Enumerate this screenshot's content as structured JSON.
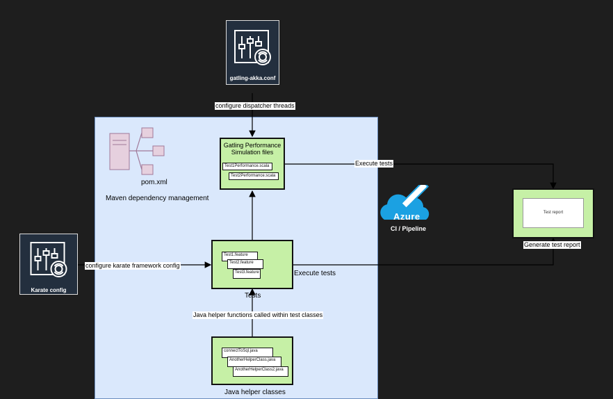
{
  "config_nodes": {
    "gatling_conf": {
      "label": "gatling-akka.conf",
      "icon": "config-gear-icon"
    },
    "karate_conf": {
      "label": "Karate config",
      "icon": "config-gear-icon"
    }
  },
  "maven": {
    "icon": "sitemap-icon",
    "file_label": "pom.xml",
    "description": "Maven dependency management"
  },
  "gatling_box": {
    "title": "Gatling Performance Simulation files",
    "files": [
      "Test1Performance.scala",
      "Test2Performance.scala"
    ]
  },
  "tests_box": {
    "caption": "Tests",
    "files": [
      "Test1.feature",
      "Test2.feature",
      "Test3.feature"
    ]
  },
  "helpers_box": {
    "caption": "Java helper classes",
    "files": [
      "connectToSql.java",
      "AnotherHelperClass.java",
      "AnotherHelperClass2.java"
    ]
  },
  "azure": {
    "logo_text": "Azure",
    "caption": "CI / Pipeline",
    "icon": "azure-cloud-pencil-icon"
  },
  "report": {
    "inner_label": "Test report",
    "caption": "Generate test report"
  },
  "edges": {
    "dispatcher": "configure dispatcher threads",
    "execute_top": "Execute tests",
    "karate_config": "configure karate framework config",
    "execute_right": "Execute tests",
    "java_helpers": "Java helper functions called within test classes"
  },
  "colors": {
    "background": "#1e1e1e",
    "container": "#dae8fc",
    "box_fill": "#c6f0a6",
    "tile": "#232f3e",
    "maven_icon": "#e6d0de",
    "azure": "#1ba1e2"
  }
}
